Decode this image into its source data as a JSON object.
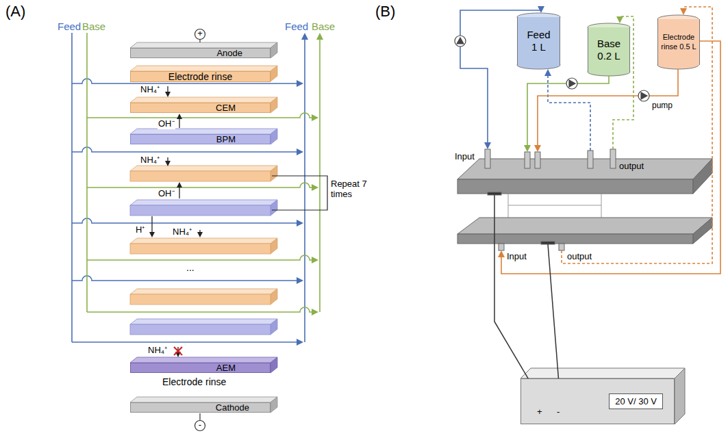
{
  "diagram": {
    "nodes": [
      {
        "text": [
          "Anode"
        ]
      },
      {
        "text": [
          "Electrode rinse"
        ]
      },
      {
        "text": [
          "CEM"
        ]
      },
      {
        "text": [
          "BPM"
        ]
      },
      {
        "text": [
          "AEM"
        ]
      },
      {
        "text": [
          "Cathode"
        ]
      },
      {
        "text": [
          "Feed 1 L"
        ]
      },
      {
        "text": [
          "Base 0.2 L"
        ]
      },
      {
        "text": [
          "Electrode rinse 0.5 L"
        ]
      },
      {
        "text": [
          "20 V/ 30 V"
        ]
      }
    ],
    "labels": [
      "(A)",
      "(B)",
      "Feed",
      "Base",
      "Feed",
      "Base",
      "+",
      "NH₄⁺",
      "OH⁻",
      "NH₄⁺",
      "OH⁻",
      "Repeat 7 times",
      "H⁺",
      "NH₄⁺",
      "...",
      "NH₄⁺",
      "Electrode rinse",
      "-",
      "pump",
      "Input",
      "output",
      "Input",
      "output",
      "+",
      "-"
    ]
  }
}
